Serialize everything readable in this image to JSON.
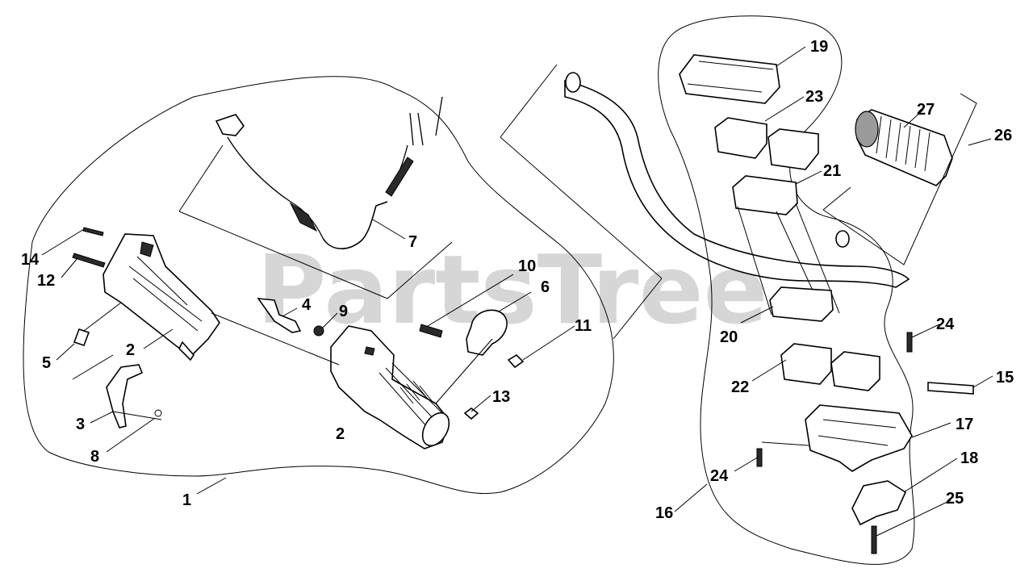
{
  "watermark": "PartsTree",
  "callouts": [
    "1",
    "2",
    "2",
    "3",
    "4",
    "5",
    "6",
    "7",
    "8",
    "9",
    "10",
    "11",
    "12",
    "13",
    "14",
    "15",
    "16",
    "17",
    "18",
    "19",
    "20",
    "21",
    "22",
    "23",
    "24",
    "24",
    "25",
    "26",
    "27"
  ]
}
